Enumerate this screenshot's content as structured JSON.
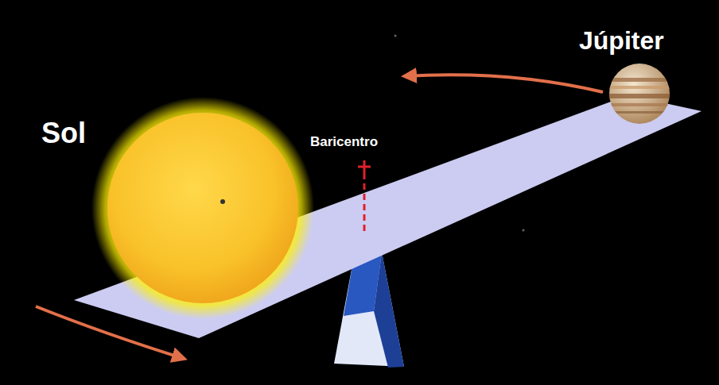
{
  "diagram": {
    "labels": [
      "Sol",
      "Baricentro",
      "Júpiter"
    ]
  }
}
